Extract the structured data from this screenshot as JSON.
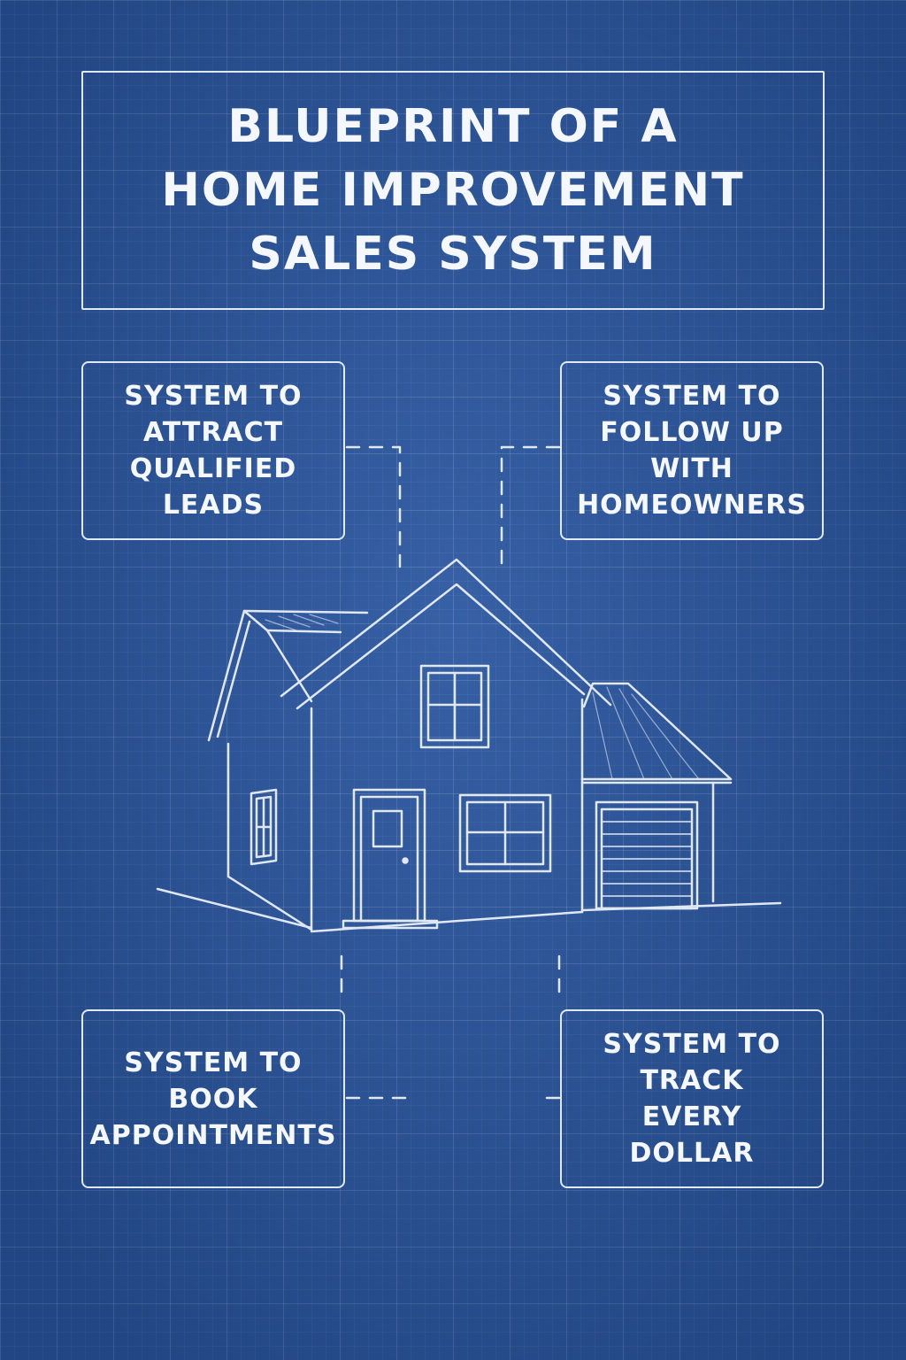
{
  "title": "BLUEPRINT OF A\nHOME IMPROVEMENT\nSALES SYSTEM",
  "systems": [
    {
      "label": "SYSTEM TO\nATTRACT\nQUALIFIED\nLEADS"
    },
    {
      "label": "SYSTEM TO\nFOLLOW UP\nWITH\nHOMEOWNERS"
    },
    {
      "label": "SYSTEM TO\nBOOK\nAPPOINTMENTS"
    },
    {
      "label": "SYSTEM TO\nTRACK\nEVERY\nDOLLAR"
    }
  ],
  "colors": {
    "background": "#2a56a0",
    "line": "#eef3fa"
  },
  "icons": {
    "center": "house-icon"
  }
}
